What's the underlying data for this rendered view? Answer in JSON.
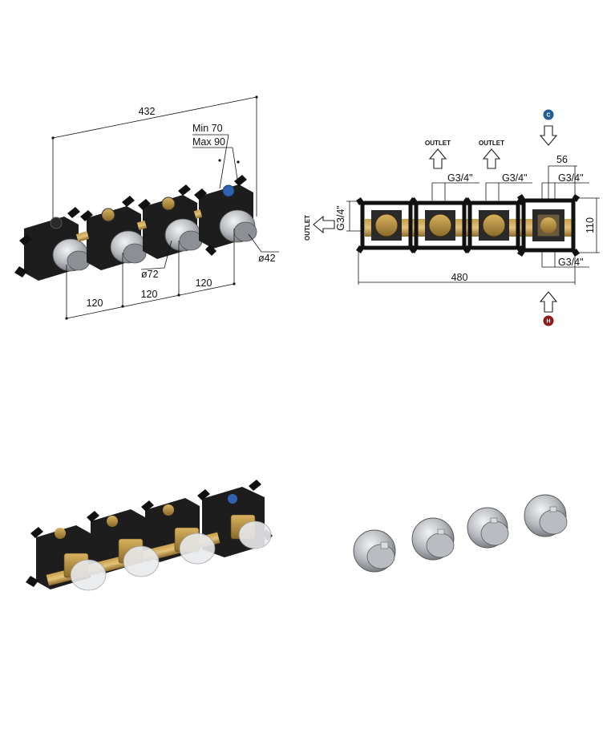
{
  "top_left_view": {
    "overall_length": "432",
    "depth_min": "Min 70",
    "depth_max": "Max 90",
    "rosette_diameter": "ø72",
    "knob_diameter": "ø42",
    "spacing_1": "120",
    "spacing_2": "120",
    "spacing_3": "120"
  },
  "top_right_view": {
    "outlet_left": "OUTLET",
    "outlet_top_1": "OUTLET",
    "outlet_top_2": "OUTLET",
    "cold_badge": "C",
    "hot_badge": "H",
    "thread_side": "G3/4\"",
    "thread_top_1": "G3/4\"",
    "thread_top_2": "G3/4\"",
    "thread_top_3": "G3/4\"",
    "thread_bottom": "G3/4\"",
    "offset_dim": "56",
    "height_dim": "110",
    "total_length": "480",
    "cold_color": "#1f5c99",
    "hot_color": "#8b1a1a"
  },
  "bottom_left_view": {
    "item": "concealed-body-assembly"
  },
  "bottom_right_view": {
    "item": "trim-knobs-set"
  }
}
